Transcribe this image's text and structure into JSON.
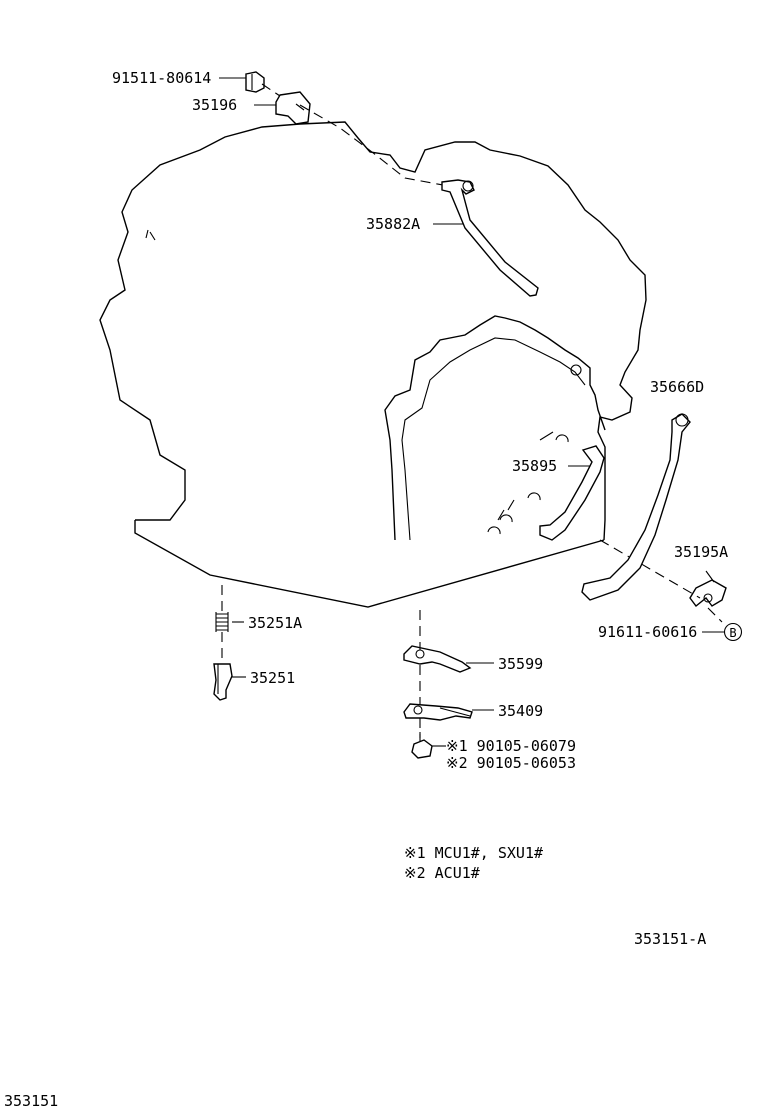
{
  "callouts": {
    "p91511": "91511-80614",
    "p35196": "35196",
    "p35882A": "35882A",
    "p35666D": "35666D",
    "p35895": "35895",
    "p35195A": "35195A",
    "p91611": "91611-60616",
    "circle_b": "B",
    "p35251A": "35251A",
    "p35251": "35251",
    "p35599": "35599",
    "p35409": "35409",
    "bolt1": "※1 90105-06079",
    "bolt2": "※2 90105-06053"
  },
  "notes": {
    "note1": "※1 MCU1#, SXU1#",
    "note2": "※2 ACU1#"
  },
  "figure_code": "353151-A",
  "page_code": "353151"
}
